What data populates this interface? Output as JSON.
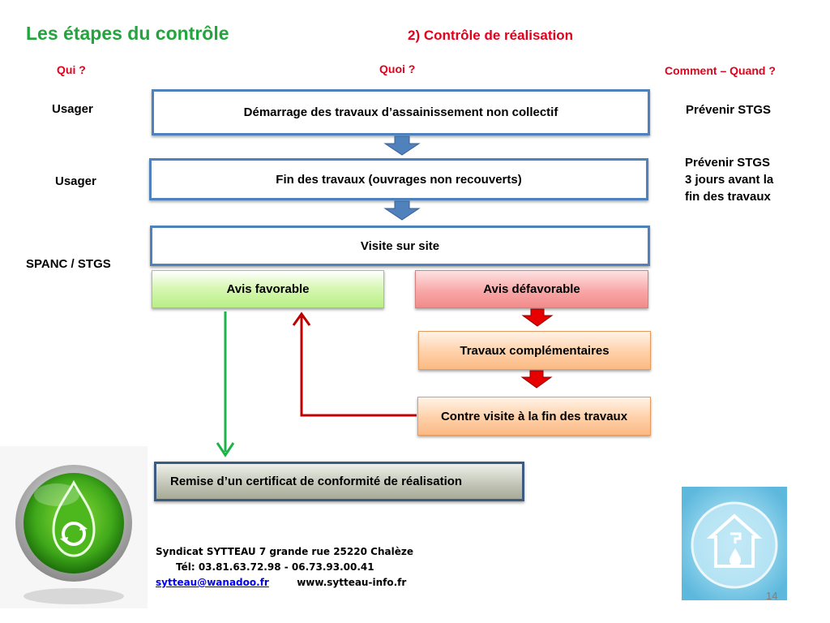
{
  "header": {
    "title": "Les étapes du contrôle",
    "subtitle": "2)  Contrôle de réalisation"
  },
  "columns": {
    "who": "Qui ?",
    "what": "Quoi ?",
    "how_when": "Comment – Quand ?"
  },
  "rows": {
    "who_1": "Usager",
    "who_2": "Usager",
    "who_3": "SPANC / STGS",
    "when_1": "Prévenir STGS",
    "when_2": [
      "Prévenir STGS",
      "3 jours avant la",
      "fin des travaux"
    ]
  },
  "flow": {
    "step_start": "Démarrage des travaux d’assainissement non collectif",
    "step_end_works": "Fin des travaux (ouvrages non recouverts)",
    "step_visit": "Visite sur site",
    "favorable": "Avis favorable",
    "unfavorable": "Avis défavorable",
    "extra_works": "Travaux complémentaires",
    "counter_visit": "Contre visite à la fin des travaux",
    "certificate": "Remise d’un certificat de conformité de réalisation"
  },
  "footer": {
    "line1": "Syndicat SYTTEAU 7 grande rue 25220 Chalèze",
    "line2": "Tél: 03.81.63.72.98  -   06.73.93.00.41",
    "email": "sytteau@wanadoo.fr",
    "website": "www.sytteau-info.fr"
  },
  "page_number": "14",
  "icons": {
    "left_logo": "water-drop-recycle-logo",
    "right_logo": "house-water-drop-logo"
  },
  "colors": {
    "title_green": "#22a53c",
    "accent_red": "#e3001b",
    "box_border_blue": "#4f81bd",
    "arrow_green": "#1db34a",
    "arrow_darkred": "#c00000"
  }
}
